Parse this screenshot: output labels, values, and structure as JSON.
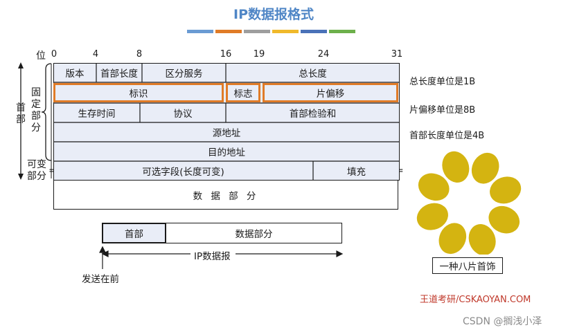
{
  "title": "IP数据报格式",
  "deco_colors": [
    "#6a9bd3",
    "#e07b27",
    "#9e9e9e",
    "#f0b92b",
    "#4a72b8",
    "#6db04b"
  ],
  "bit_axis": {
    "label": "位",
    "ticks": [
      "0",
      "4",
      "8",
      "16",
      "19",
      "24",
      "31"
    ]
  },
  "left_labels": {
    "header": "首部",
    "fixed": "固定部分",
    "variable": "可变部分"
  },
  "fields": {
    "version": "版本",
    "header_length": "首部长度",
    "dscp": "区分服务",
    "total_length": "总长度",
    "identification": "标识",
    "flags": "标志",
    "fragment_offset": "片偏移",
    "ttl": "生存时间",
    "protocol": "协议",
    "checksum": "首部检验和",
    "src": "源地址",
    "dst": "目的地址",
    "options": "可选字段(长度可变)",
    "padding": "填充",
    "data": "数 据 部 分"
  },
  "notes": [
    "总长度单位是1B",
    "片偏移单位是8B",
    "首部长度单位是4B"
  ],
  "small_diagram": {
    "header": "首部",
    "data": "数据部分",
    "datagram": "IP数据报",
    "send_first": "发送在前"
  },
  "ornament_caption": "一种八片首饰",
  "credit": "王道考研/CSKAOYAN.COM",
  "watermark": "CSDN @搁浅小泽"
}
